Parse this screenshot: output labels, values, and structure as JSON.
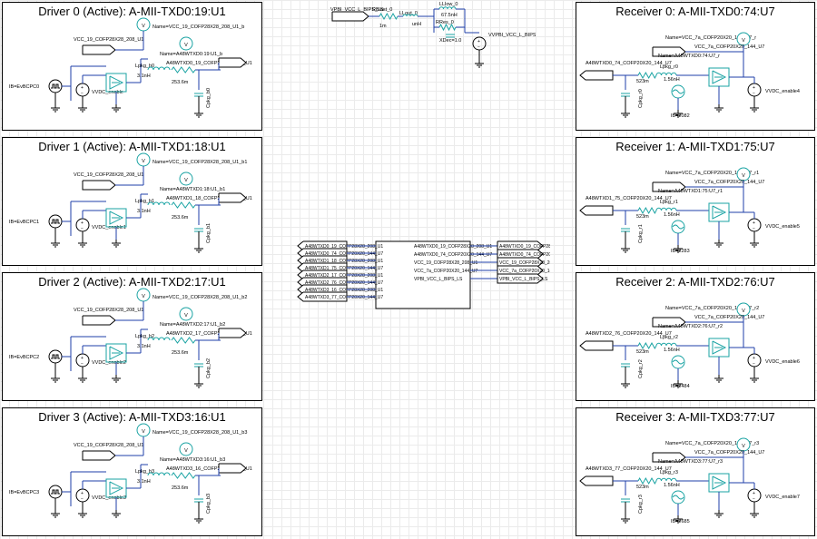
{
  "colors": {
    "wire": "#1f3fa8",
    "component": "#1aa3a3",
    "frame": "#000000"
  },
  "drivers": [
    {
      "title": "Driver 0 (Active): A-MII-TXD0:19:U1",
      "probe": "Name=VCC_19_COFP28X28_208_U1_b",
      "vcc": "VCC_19_COFP28X28_208_U1",
      "node": "Name=A48WTXD0:19:U1_b",
      "lpkg": "Lpkg_b0",
      "lval": "3.1nH",
      "rpkg": "A48WTXD0_19_COFP28X28_208_U1",
      "cval": "253.6m",
      "cpkg": "Cpkg_b0",
      "src": "IB=EvBCPC0",
      "enable": "VVDC_enable"
    },
    {
      "title": "Driver 1 (Active): A-MII-TXD1:18:U1",
      "probe": "Name=VCC_19_COFP28X28_208_U1_b1",
      "vcc": "VCC_19_COFP28X28_208_U1",
      "node": "Name=A48WTXD1:18:U1_b1",
      "lpkg": "Lpkg_b1",
      "lval": "3.1nH",
      "rpkg": "A48WTXD1_18_COFP28X28_208_U1",
      "cval": "253.6m",
      "cpkg": "Cpkg_b1",
      "src": "IB=EvBCPC1",
      "enable": "VVDC_enable1"
    },
    {
      "title": "Driver 2 (Active): A-MII-TXD2:17:U1",
      "probe": "Name=VCC_19_COFP28X28_208_U1_b2",
      "vcc": "VCC_19_COFP28X28_208_U1",
      "node": "Name=A48WTXD2:17:U1_b2",
      "lpkg": "Lpkg_b2",
      "lval": "3.1nH",
      "rpkg": "A48WTXD2_17_COFP28X28_208_U1",
      "cval": "253.6m",
      "cpkg": "Cpkg_b2",
      "src": "IB=EvBCPC2",
      "enable": "VVDC_enable2"
    },
    {
      "title": "Driver 3 (Active): A-MII-TXD3:16:U1",
      "probe": "Name=VCC_19_COFP28X28_208_U1_b3",
      "vcc": "VCC_19_COFP28X28_208_U1",
      "node": "Name=A48WTXD3:16:U1_b3",
      "lpkg": "Lpkg_b3",
      "lval": "3.1nH",
      "rpkg": "A48WTXD3_16_COFP28X28_208_U1",
      "cval": "253.6m",
      "cpkg": "Cpkg_b3",
      "src": "IB=EvBCPC3",
      "enable": "VVDC_enable3"
    }
  ],
  "receivers": [
    {
      "title": "Receiver 0: A-MII-TXD0:74:U7",
      "probe": "Name=VCC_7a_COFP20X20_144_U7_r",
      "vcc": "VCC_7a_COFP20X20_144_U7",
      "node": "Name=A48WTXD0:74:U7_r",
      "inlabel": "A48WTXD0_74_COFP20X20_144_U7",
      "lpkg": "Lpkg_r0",
      "lval": "1.56nH",
      "cval": "523m",
      "cpkg": "Cpkg_r0",
      "ib": "IB=2082",
      "enable": "VVDC_enable4"
    },
    {
      "title": "Receiver 1: A-MII-TXD1:75:U7",
      "probe": "Name=VCC_7a_COFP20X20_144_U7_r1",
      "vcc": "VCC_7a_COFP20X20_144_U7",
      "node": "Name=A48WTXD1:75:U7_r1",
      "inlabel": "A48WTXD1_75_COFP20X20_144_U7",
      "lpkg": "Lpkg_r1",
      "lval": "1.56nH",
      "cval": "523m",
      "cpkg": "Cpkg_r1",
      "ib": "IB=2283",
      "enable": "VVDC_enable5"
    },
    {
      "title": "Receiver 2: A-MII-TXD2:76:U7",
      "probe": "Name=VCC_7a_COFP20X20_144_U7_r2",
      "vcc": "VCC_7a_COFP20X20_144_U7",
      "node": "Name=A48WTXD2:76:U7_r2",
      "inlabel": "A48WTXD2_76_COFP20X20_144_U7",
      "lpkg": "Lpkg_r2",
      "lval": "1.56nH",
      "cval": "523m",
      "cpkg": "Cpkg_r2",
      "ib": "IB=2484",
      "enable": "VVDC_enable6"
    },
    {
      "title": "Receiver 3: A-MII-TXD3:77:U7",
      "probe": "Name=VCC_7a_COFP20X20_144_U7_r3",
      "vcc": "VCC_7a_COFP20X20_144_U7",
      "node": "Name=A48WTXD3:77:U7_r3",
      "inlabel": "A48WTXD3_77_COFP20X20_144_U7",
      "lpkg": "Lpkg_r3",
      "lval": "1.56nH",
      "cval": "523m",
      "cpkg": "Cpkg_r3",
      "ib": "IB=2685",
      "enable": "VVDC_enable7"
    }
  ],
  "vrm": {
    "in_label": "VPBI_VCC_L_BIPS_LS",
    "r1": "RBlast_0",
    "r1val": "1m",
    "l1": "LLout_0",
    "l1val": "unH",
    "l2": "LLlow_0",
    "l2val": "67.5nH",
    "r2": "RRes_0",
    "cap": "XDec=1.0",
    "out_label": "VVPBI_VCC_L_BIPS_LS"
  },
  "package": {
    "left_pins": [
      "A48WTXD0_19_COFP28X28_208_U1",
      "A48WTXD0_74_COFP20X20_144_U7",
      "A48WTXD1_18_COFP28X28_208_U1",
      "A48WTXD1_75_COFP20X20_144_U7",
      "A48WTXD2_17_COFP28X28_208_U1",
      "A48WTXD2_76_COFP20X20_144_U7",
      "A48WTXD3_16_COFP28X28_208_U1",
      "A48WTXD3_77_COFP20X20_144_U7"
    ],
    "right_pins": [
      "A48WTXD0_19_COFP28X28_208_U1",
      "A48WTXD0_74_COFP20X20_144_U7",
      "VCC_19_COFP28X28_208_U1",
      "VCC_7a_COFP20X20_144_U7",
      "VPBI_VCC_L_BIPS_LS"
    ]
  }
}
